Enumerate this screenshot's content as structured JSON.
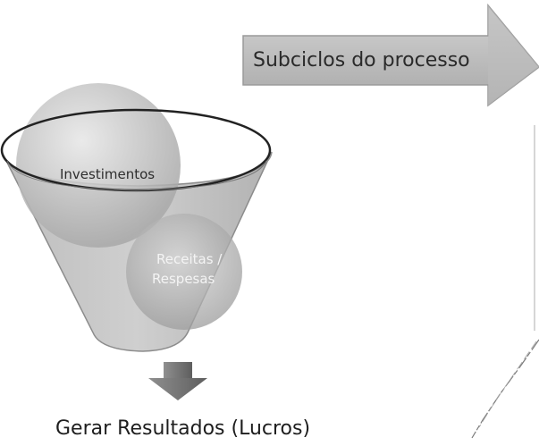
{
  "arrow": {
    "label": "Subciclos do processo"
  },
  "funnel": {
    "top_label": "Investimentos",
    "middle_label_line1": "Receitas /",
    "middle_label_line2": "Respesas"
  },
  "result": {
    "label": "Gerar Resultados (Lucros)"
  }
}
